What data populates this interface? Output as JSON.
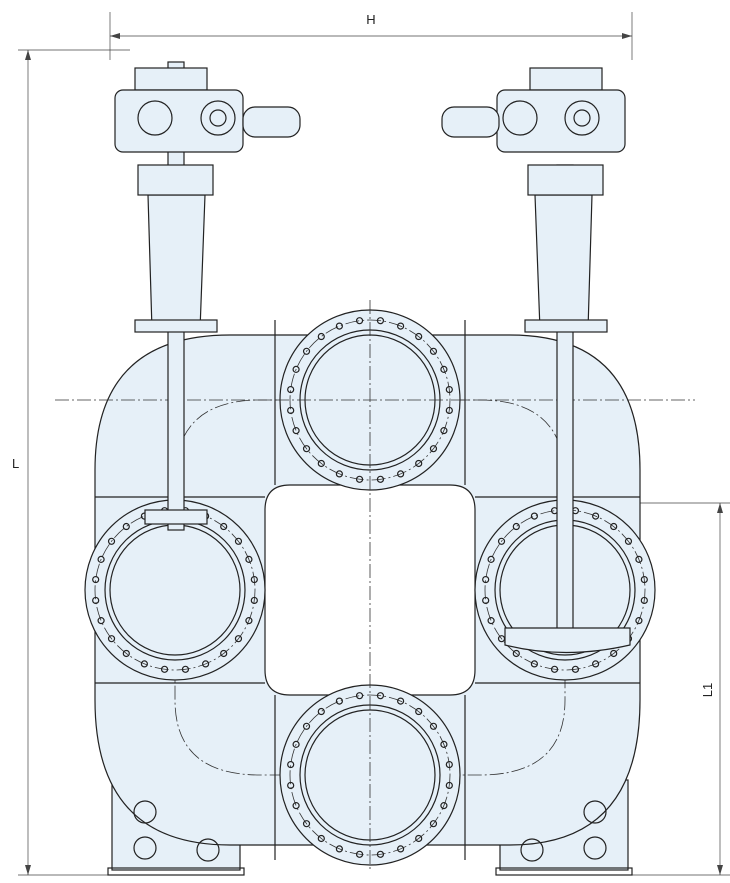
{
  "dimensions": {
    "width_label": "H",
    "height_label": "L",
    "lower_height_label": "L1"
  },
  "colors": {
    "body_fill": "#e6f0f8",
    "line": "#222222"
  }
}
